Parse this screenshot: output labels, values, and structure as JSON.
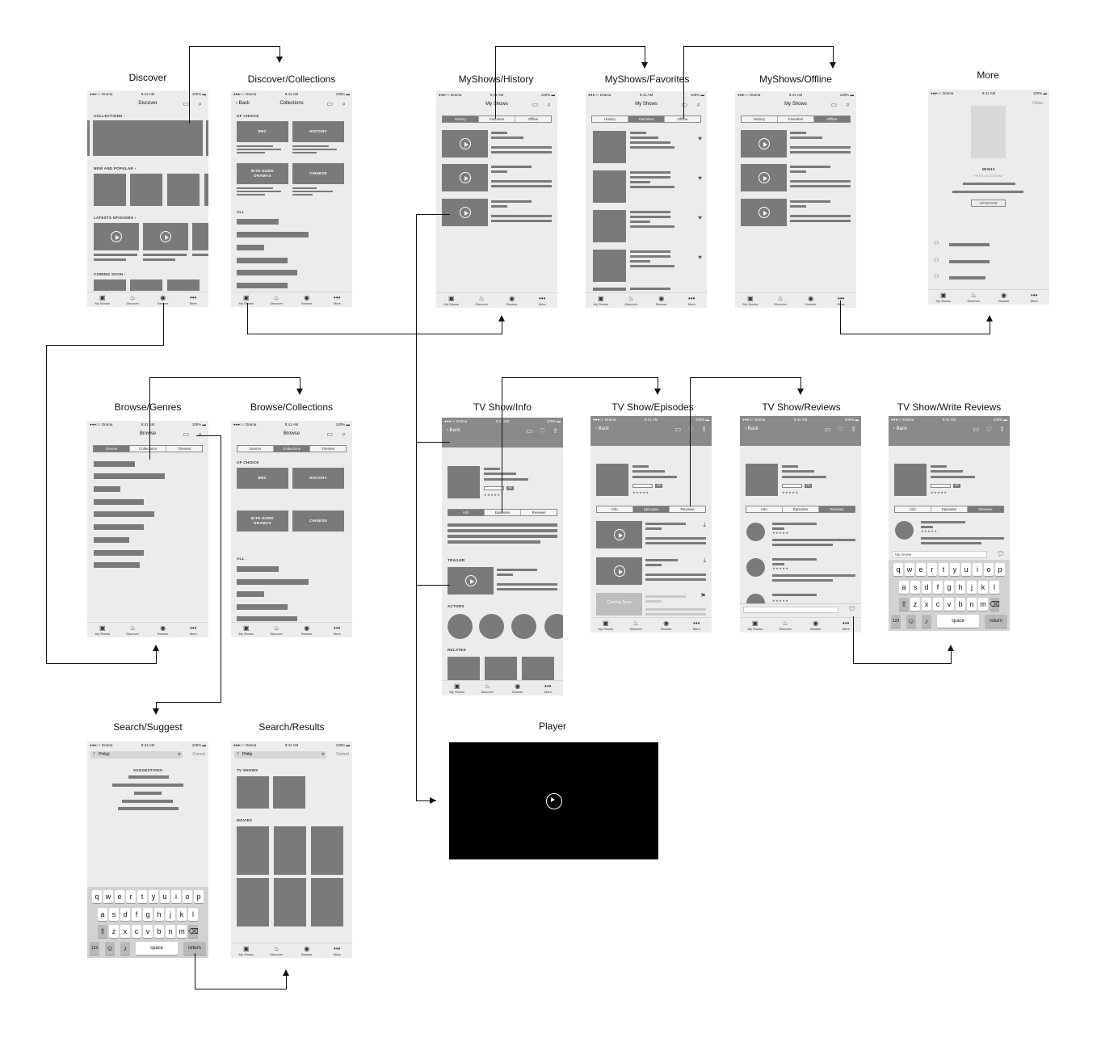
{
  "titles": {
    "discover": "Discover",
    "discover_collections": "Discover/Collections",
    "myshows_history": "MyShows/History",
    "myshows_favorites": "MyShows/Favorites",
    "myshows_offline": "MyShows/Offline",
    "more": "More",
    "browse_genres": "Browse/Genres",
    "browse_collections": "Browse/Collections",
    "tvshow_info": "TV Show/Info",
    "tvshow_episodes": "TV Show/Episodes",
    "tvshow_reviews": "TV Show/Reviews",
    "tvshow_write_reviews": "TV Show/Write Reviews",
    "search_suggest": "Search/Suggest",
    "search_results": "Search/Results",
    "player": "Player"
  },
  "status": {
    "carrier": "●●●○○ Drama ",
    "time": "9:41 AM",
    "battery": "100% ▬"
  },
  "nav": {
    "discover": "Discover",
    "collections": "Collections",
    "my_shows": "My Shows",
    "browse": "Browse",
    "back": "Back",
    "close": "Close"
  },
  "sections": {
    "collections": "COLLECTIONS ›",
    "new_popular": "NEW AND POPULAR ›",
    "latest": "LATESTS EPISODES ›",
    "coming": "COMING SOON ›",
    "of_choice": "OF CHOICE",
    "all": "ALL",
    "trailer": "TRAILER",
    "actors": "ACTORS",
    "related": "RELATED",
    "suggestions": "SUGGESTIONS",
    "tv_shows": "TV SHOWS",
    "movies": "MOVIES"
  },
  "tiles": {
    "bbc": "BBC",
    "history": "HISTORY",
    "bite": "BITE-SIZED DRAMAS",
    "chinese": "CHINESE"
  },
  "myshows_tabs": [
    "History",
    "Favorites",
    "Offline"
  ],
  "browse_tabs": [
    "Genres",
    "Collections",
    "Themes"
  ],
  "show_tabs": [
    "Info",
    "Episodes",
    "Reviews"
  ],
  "tabbar": [
    "My Shows",
    "Discover",
    "Browse",
    "More"
  ],
  "more": {
    "name": "MISHA",
    "account": "FREE ACCOUNT",
    "upgrade": "UPGRADE"
  },
  "search": {
    "query_suggest": "Philip",
    "query_results": "Philip",
    "cancel": "Cancel"
  },
  "review": {
    "placeholder": "My review"
  },
  "coming_soon": "Coming Soon",
  "hd": "HD",
  "keyboard": {
    "row1": [
      "q",
      "w",
      "e",
      "r",
      "t",
      "y",
      "u",
      "i",
      "o",
      "p"
    ],
    "row2": [
      "a",
      "s",
      "d",
      "f",
      "g",
      "h",
      "j",
      "k",
      "l"
    ],
    "row3": [
      "⇧",
      "z",
      "x",
      "c",
      "v",
      "b",
      "n",
      "m",
      "⌫"
    ],
    "space": "space",
    "return": "return",
    "num": "123"
  },
  "icons": {
    "cast": "cast-icon",
    "search": "search-icon",
    "heart": "heart-icon",
    "share": "share-icon",
    "play": "play-icon",
    "download": "download-icon",
    "flag": "flag-icon",
    "comment": "comment-icon"
  }
}
